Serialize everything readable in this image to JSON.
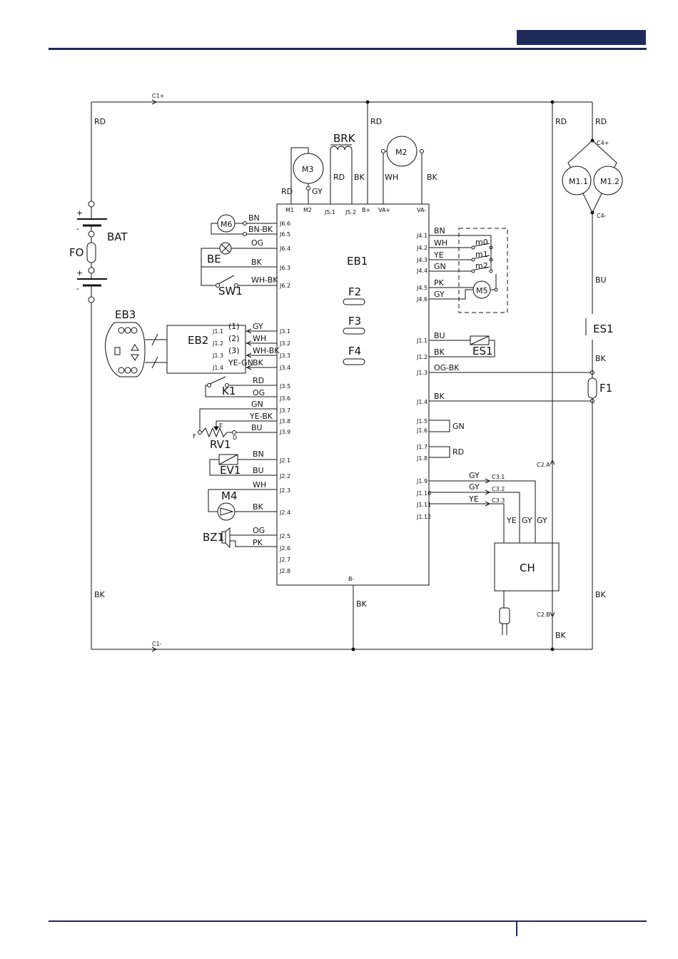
{
  "diagram": {
    "main_board": "EB1",
    "fuses": [
      "F2",
      "F3",
      "F4"
    ],
    "battery": {
      "name": "BAT",
      "fuse": "FO",
      "plus": "+",
      "minus": "-"
    },
    "rails": {
      "top": "C1+",
      "bottom": "C1-"
    },
    "wire_colors": {
      "rd": "RD",
      "bk": "BK",
      "bu": "BU",
      "gy": "GY",
      "wh": "WH",
      "bn": "BN",
      "og": "OG",
      "gn": "GN",
      "ye": "YE",
      "pk": "PK",
      "bnbk": "BN-BK",
      "whbk": "WH-BK",
      "yegn": "YE-GN",
      "yebk": "YE-BK",
      "ogbk": "OG-BK"
    },
    "top_pins": [
      "M1",
      "M2",
      "J5.1",
      "J5.2",
      "B+",
      "VA+",
      "VA-"
    ],
    "bottom_pin": "B-",
    "left_pins": [
      "J6.6",
      "J6.5",
      "J6.4",
      "J6.3",
      "J6.2",
      "J3.1",
      "J3.2",
      "J3.3",
      "J3.4",
      "J3.5",
      "J3.6",
      "J3.7",
      "J3.8",
      "J3.9",
      "J2.1",
      "J2.2",
      "J2.3",
      "J2.4",
      "J2.5",
      "J2.6",
      "J2.7",
      "J2.8"
    ],
    "right_pins": [
      "J4.1",
      "J4.2",
      "J4.3",
      "J4.4",
      "J4.5",
      "J4.6",
      "J1.1",
      "J1.2",
      "J1.3",
      "J1.4",
      "J1.5",
      "J1.6",
      "J1.7",
      "J1.8",
      "J1.9",
      "J1.10",
      "J1.11",
      "J1.12"
    ],
    "components": {
      "m3": "M3",
      "m2": "M2",
      "brk": "BRK",
      "m6": "M6",
      "be": "BE",
      "sw1": "SW1",
      "eb3": "EB3",
      "eb2": "EB2",
      "eb2_pins": [
        "J1.1",
        "J1.2",
        "J1.3",
        "J1.4"
      ],
      "eb2_nums": [
        "(1)",
        "(2)",
        "(3)"
      ],
      "k1": "K1",
      "rv1": "RV1",
      "rv1_terms": [
        "F",
        "E",
        "D"
      ],
      "ev1": "EV1",
      "m4": "M4",
      "bz1": "BZ1",
      "m5": "M5",
      "m0": "m0",
      "m1": "m1",
      "m2s": "m2",
      "es1": "ES1",
      "f1": "F1",
      "m11": "M1.1",
      "m12": "M1.2",
      "c4p": "C4+",
      "c4m": "C4-",
      "ch": "CH",
      "c2a": "C2.A",
      "c2b": "C2.B",
      "c3": [
        "C3.1",
        "C3.2",
        "C3.3"
      ]
    }
  }
}
